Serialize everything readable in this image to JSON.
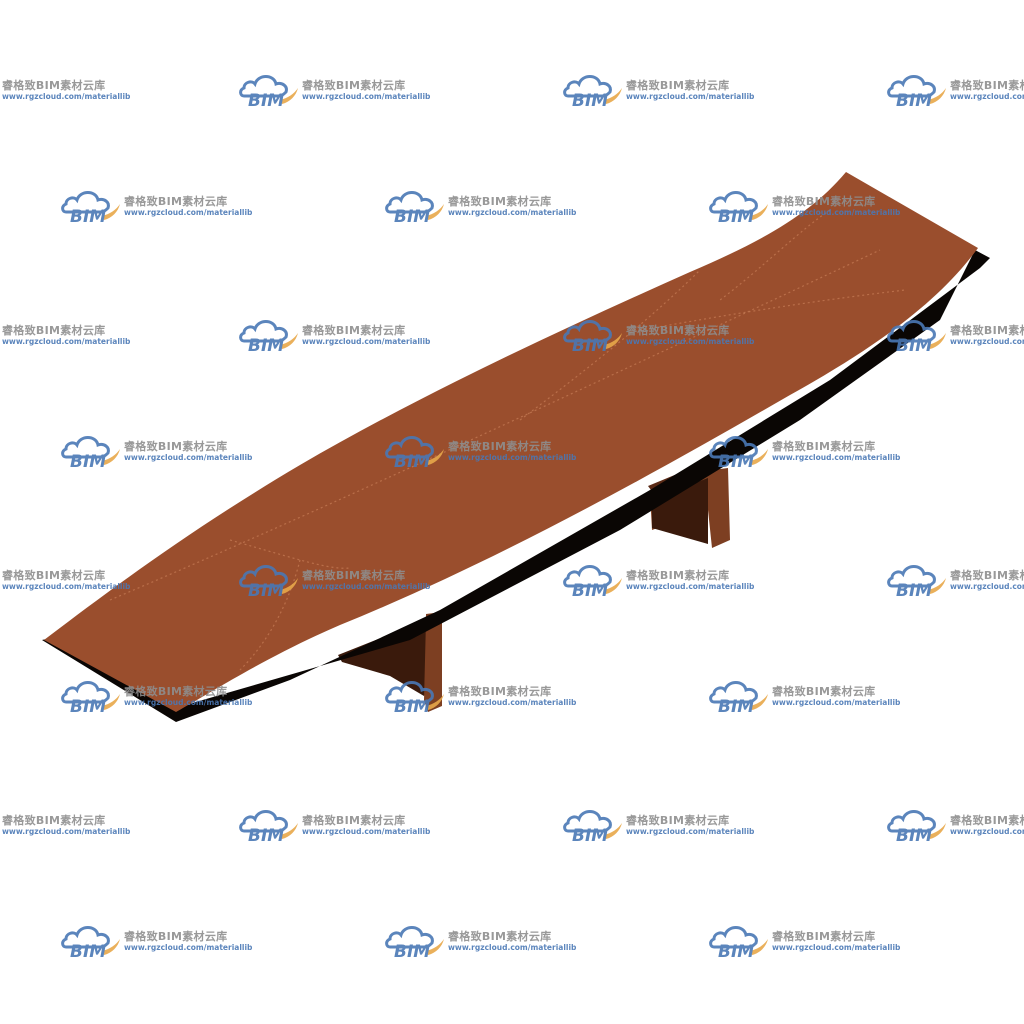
{
  "image": {
    "subject": "boat-shaped conference table",
    "colors": {
      "background": "#ffffff",
      "tabletop": "#9a4e2d",
      "tabletop_edge": "#0a0604",
      "leg_front": "#7d3f22",
      "leg_side": "#5a2a16",
      "leg_dark": "#3a1a0c",
      "stitch": "#c07650"
    }
  },
  "watermark": {
    "logo_text": "BIM",
    "brand_text": "睿格致BIM素材云库",
    "url_text": "www.rgzcloud.com/materiallib",
    "colors": {
      "cloud": "#4a78b5",
      "swoosh": "#e8a84a",
      "brand": "#8e8e8e",
      "url": "#4a78b5"
    }
  }
}
